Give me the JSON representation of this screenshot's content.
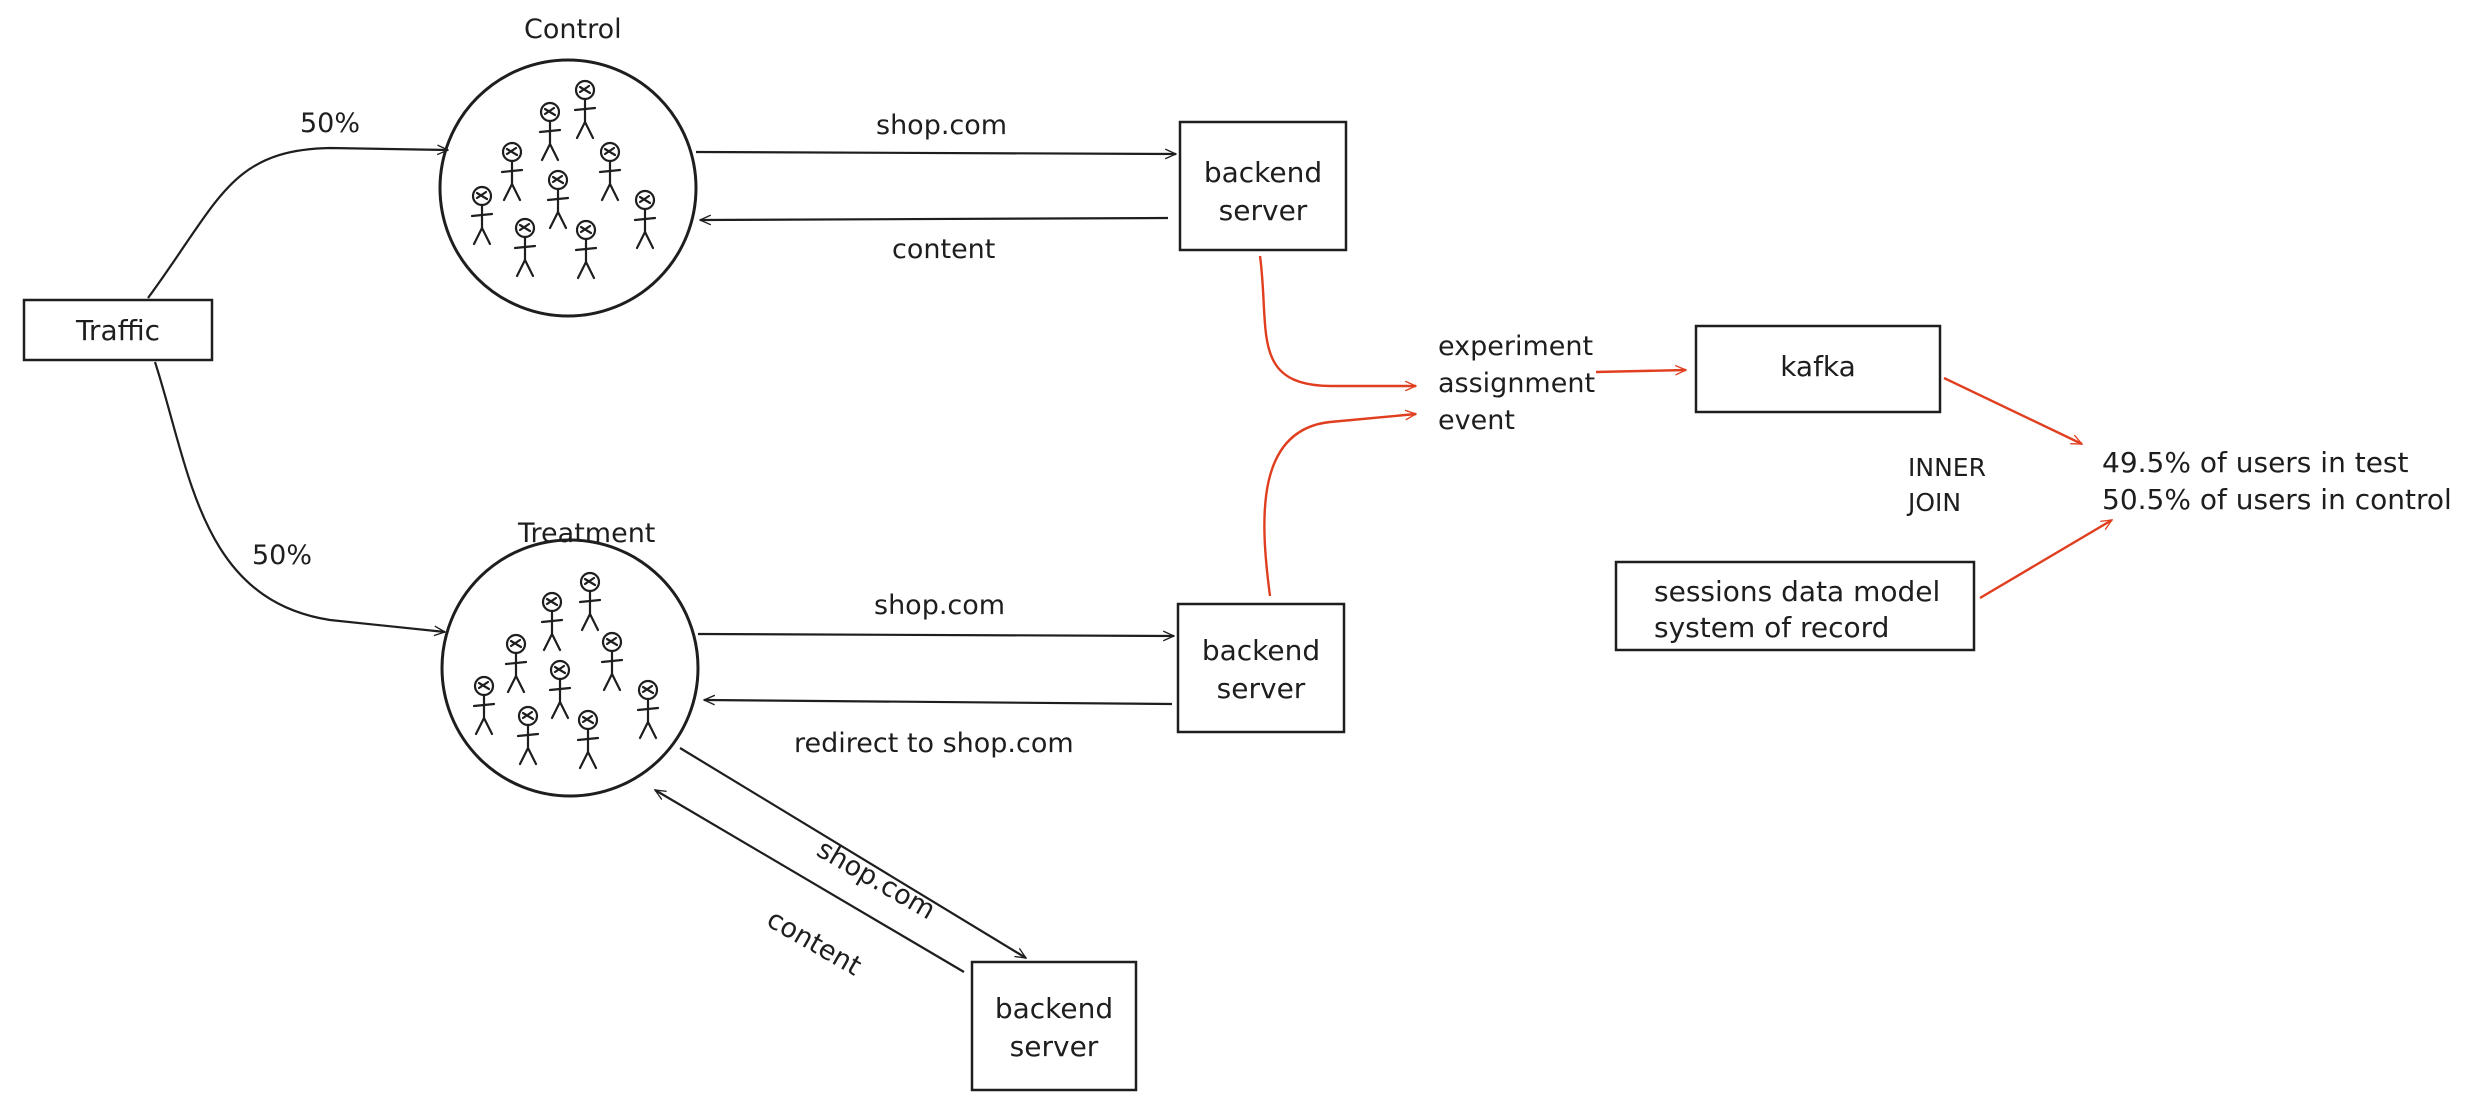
{
  "nodes": {
    "traffic": "Traffic",
    "control_title": "Control",
    "treatment_title": "Treatment",
    "backend_1": [
      "backend",
      "server"
    ],
    "backend_2": [
      "backend",
      "server"
    ],
    "backend_3": [
      "backend",
      "server"
    ],
    "event": [
      "experiment",
      "assignment",
      "event"
    ],
    "kafka": "kafka",
    "sessions": [
      "sessions data model",
      "system of record"
    ],
    "join": [
      "INNER",
      "JOIN"
    ],
    "result": [
      "49.5% of users in test",
      "50.5% of users in control"
    ]
  },
  "edges": {
    "split_control": "50%",
    "split_treatment": "50%",
    "control_request": "shop.com",
    "control_response": "content",
    "treatment_request": "shop.com",
    "treatment_response": "redirect to shop.com",
    "redirect_request": "shop.com",
    "redirect_response": "content"
  },
  "colors": {
    "ink": "#1e1e1e",
    "accent": "#e03e1f"
  }
}
